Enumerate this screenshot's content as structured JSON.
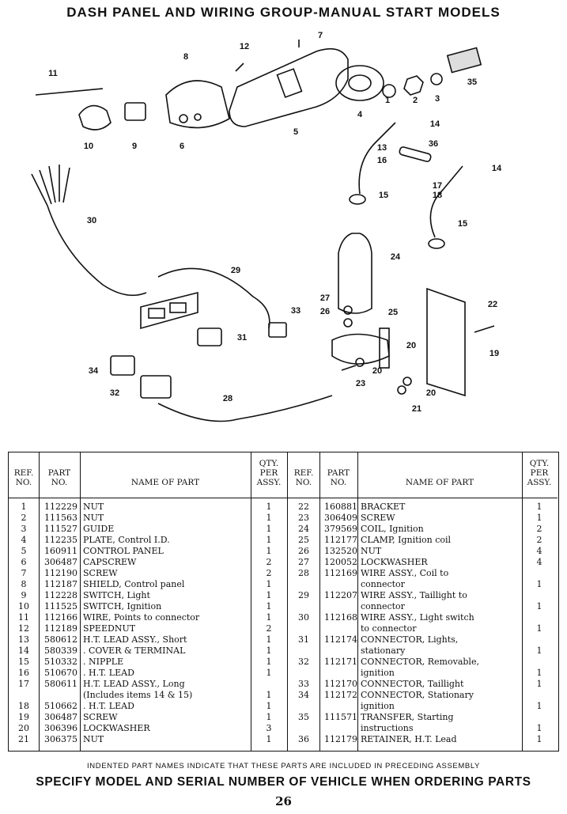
{
  "title": "DASH PANEL AND WIRING GROUP-MANUAL START MODELS",
  "callouts": [
    "1",
    "2",
    "3",
    "4",
    "5",
    "6",
    "7",
    "8",
    "9",
    "10",
    "11",
    "12",
    "13",
    "16",
    "14",
    "14",
    "15",
    "15",
    "17",
    "18",
    "19",
    "20",
    "20",
    "20",
    "21",
    "22",
    "23",
    "24",
    "25",
    "26",
    "27",
    "28",
    "29",
    "30",
    "31",
    "32",
    "33",
    "34",
    "35",
    "36"
  ],
  "table": {
    "headers": {
      "ref": [
        "REF.",
        "NO."
      ],
      "part": [
        "PART",
        "NO."
      ],
      "name": "NAME OF PART",
      "qty": [
        "QTY.",
        "PER",
        "ASSY."
      ]
    },
    "left": [
      {
        "ref": "1",
        "part": "112229",
        "name": "NUT",
        "qty": "1"
      },
      {
        "ref": "2",
        "part": "111563",
        "name": "NUT",
        "qty": "1"
      },
      {
        "ref": "3",
        "part": "111527",
        "name": "GUIDE",
        "qty": "1"
      },
      {
        "ref": "4",
        "part": "112235",
        "name": "PLATE, Control I.D.",
        "qty": "1"
      },
      {
        "ref": "5",
        "part": "160911",
        "name": "CONTROL PANEL",
        "qty": "1"
      },
      {
        "ref": "6",
        "part": "306487",
        "name": "CAPSCREW",
        "qty": "2"
      },
      {
        "ref": "7",
        "part": "112190",
        "name": "SCREW",
        "qty": "2"
      },
      {
        "ref": "8",
        "part": "112187",
        "name": "SHIELD, Control panel",
        "qty": "1"
      },
      {
        "ref": "9",
        "part": "112228",
        "name": "SWITCH, Light",
        "qty": "1"
      },
      {
        "ref": "10",
        "part": "111525",
        "name": "SWITCH, Ignition",
        "qty": "1"
      },
      {
        "ref": "11",
        "part": "112166",
        "name": "WIRE, Points to connector",
        "qty": "1"
      },
      {
        "ref": "12",
        "part": "112189",
        "name": "SPEEDNUT",
        "qty": "2"
      },
      {
        "ref": "13",
        "part": "580612",
        "name": "H.T. LEAD ASSY., Short",
        "qty": "1"
      },
      {
        "ref": "14",
        "part": "580339",
        "name": "  . COVER & TERMINAL",
        "qty": "1"
      },
      {
        "ref": "15",
        "part": "510332",
        "name": "  . NIPPLE",
        "qty": "1"
      },
      {
        "ref": "16",
        "part": "510670",
        "name": "  . H.T. LEAD",
        "qty": "1"
      },
      {
        "ref": "17",
        "part": "580611",
        "name": "H.T. LEAD ASSY., Long",
        "qty": ""
      },
      {
        "ref": "",
        "part": "",
        "name": "  (Includes items 14 & 15)",
        "qty": "1"
      },
      {
        "ref": "18",
        "part": "510662",
        "name": "  . H.T. LEAD",
        "qty": "1"
      },
      {
        "ref": "19",
        "part": "306487",
        "name": "SCREW",
        "qty": "1"
      },
      {
        "ref": "20",
        "part": "306396",
        "name": "LOCKWASHER",
        "qty": "3"
      },
      {
        "ref": "21",
        "part": "306375",
        "name": "NUT",
        "qty": "1"
      }
    ],
    "right": [
      {
        "ref": "22",
        "part": "160881",
        "name": "BRACKET",
        "qty": "1"
      },
      {
        "ref": "23",
        "part": "306409",
        "name": "SCREW",
        "qty": "1"
      },
      {
        "ref": "24",
        "part": "379569",
        "name": "COIL, Ignition",
        "qty": "2"
      },
      {
        "ref": "25",
        "part": "112177",
        "name": "CLAMP, Ignition coil",
        "qty": "2"
      },
      {
        "ref": "26",
        "part": "132520",
        "name": "NUT",
        "qty": "4"
      },
      {
        "ref": "27",
        "part": "120052",
        "name": "LOCKWASHER",
        "qty": "4"
      },
      {
        "ref": "28",
        "part": "112169",
        "name": "WIRE ASSY., Coil to",
        "qty": ""
      },
      {
        "ref": "",
        "part": "",
        "name": "  connector",
        "qty": "1"
      },
      {
        "ref": "29",
        "part": "112207",
        "name": "WIRE ASSY., Taillight to",
        "qty": ""
      },
      {
        "ref": "",
        "part": "",
        "name": "  connector",
        "qty": "1"
      },
      {
        "ref": "30",
        "part": "112168",
        "name": "WIRE ASSY., Light switch",
        "qty": ""
      },
      {
        "ref": "",
        "part": "",
        "name": "  to connector",
        "qty": "1"
      },
      {
        "ref": "31",
        "part": "112174",
        "name": "CONNECTOR, Lights,",
        "qty": ""
      },
      {
        "ref": "",
        "part": "",
        "name": "  stationary",
        "qty": "1"
      },
      {
        "ref": "32",
        "part": "112171",
        "name": "CONNECTOR, Removable,",
        "qty": ""
      },
      {
        "ref": "",
        "part": "",
        "name": "  ignition",
        "qty": "1"
      },
      {
        "ref": "33",
        "part": "112170",
        "name": "CONNECTOR, Taillight",
        "qty": "1"
      },
      {
        "ref": "34",
        "part": "112172",
        "name": "CONNECTOR, Stationary",
        "qty": ""
      },
      {
        "ref": "",
        "part": "",
        "name": "  ignition",
        "qty": "1"
      },
      {
        "ref": "35",
        "part": "111571",
        "name": "TRANSFER, Starting",
        "qty": ""
      },
      {
        "ref": "",
        "part": "",
        "name": "  instructions",
        "qty": "1"
      },
      {
        "ref": "36",
        "part": "112179",
        "name": "RETAINER, H.T. Lead",
        "qty": "1"
      }
    ]
  },
  "notice": "INDENTED PART NAMES INDICATE THAT THESE PARTS ARE INCLUDED IN PRECEDING ASSEMBLY",
  "specify": "SPECIFY MODEL AND SERIAL NUMBER OF  VEHICLE  WHEN ORDERING PARTS",
  "page_number": "26"
}
